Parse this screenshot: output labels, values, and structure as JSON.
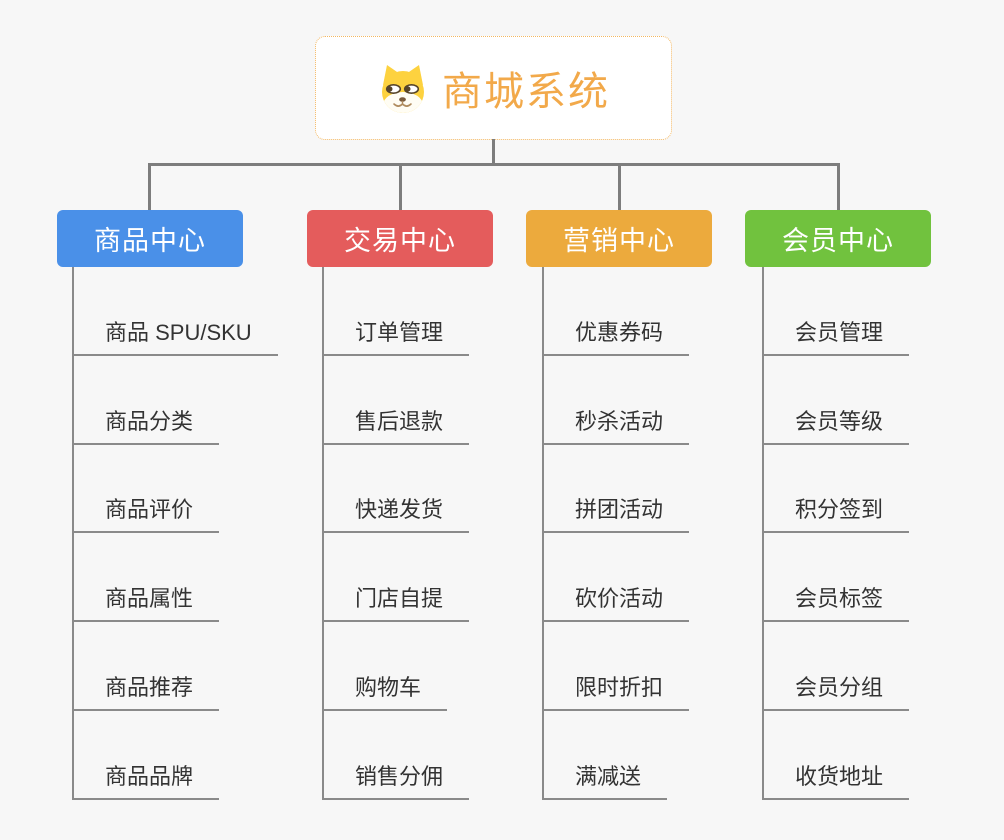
{
  "root": {
    "title": "商城系统",
    "icon": "dog-face",
    "title_color": "#f2a94a",
    "border_color": "#f3b863"
  },
  "connector_color": "#7d7d7d",
  "branches": [
    {
      "label": "商品中心",
      "color": "#4a90e8",
      "items": [
        "商品 SPU/SKU",
        "商品分类",
        "商品评价",
        "商品属性",
        "商品推荐",
        "商品品牌"
      ]
    },
    {
      "label": "交易中心",
      "color": "#e45c5c",
      "items": [
        "订单管理",
        "售后退款",
        "快递发货",
        "门店自提",
        "购物车",
        "销售分佣"
      ]
    },
    {
      "label": "营销中心",
      "color": "#ecaa3d",
      "items": [
        "优惠券码",
        "秒杀活动",
        "拼团活动",
        "砍价活动",
        "限时折扣",
        "满减送"
      ]
    },
    {
      "label": "会员中心",
      "color": "#71c23e",
      "items": [
        "会员管理",
        "会员等级",
        "积分签到",
        "会员标签",
        "会员分组",
        "收货地址"
      ]
    }
  ]
}
